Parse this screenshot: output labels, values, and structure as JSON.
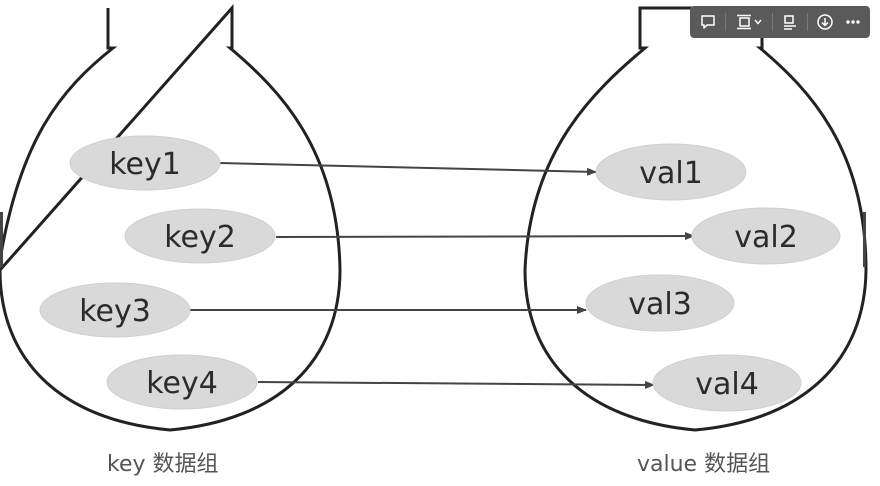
{
  "diagram": {
    "left_group": {
      "caption": "key 数据组",
      "items": [
        "key1",
        "key2",
        "key3",
        "key4"
      ]
    },
    "right_group": {
      "caption": "value 数据组",
      "items": [
        "val1",
        "val2",
        "val3",
        "val4"
      ]
    }
  },
  "toolbar": {
    "buttons": [
      "comment-icon",
      "align-icon",
      "chevron-down-icon",
      "layout-icon",
      "download-icon",
      "more-icon"
    ]
  }
}
